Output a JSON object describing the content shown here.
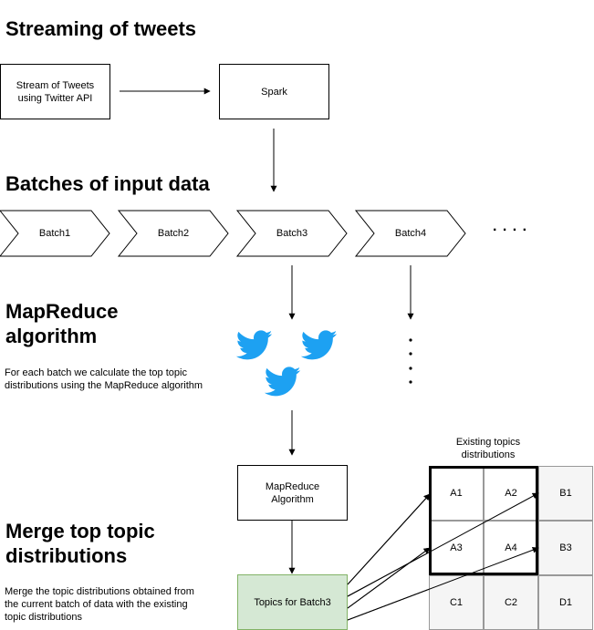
{
  "headings": {
    "streaming": "Streaming of tweets",
    "batches": "Batches of input data",
    "mapreduce": "MapReduce algorithm",
    "merge": "Merge top topic distributions"
  },
  "descriptions": {
    "mapreduce": "For each batch we calculate the top topic distributions using the MapReduce algorithm",
    "merge": "Merge the topic distributions obtained from the current batch of data with the existing topic distributions"
  },
  "nodes": {
    "stream": "Stream of Tweets using Twitter API",
    "spark": "Spark",
    "mapreduce_algo": "MapReduce Algorithm",
    "topics_batch3": "Topics for Batch3"
  },
  "batches": [
    "Batch1",
    "Batch2",
    "Batch3",
    "Batch4"
  ],
  "batch_ellipsis": ". . . .",
  "existing_label": "Existing topics distributions",
  "grid": [
    [
      "A1",
      "A2",
      "B1"
    ],
    [
      "A3",
      "A4",
      "B3"
    ],
    [
      "C1",
      "C2",
      "D1"
    ]
  ],
  "icons": [
    "twitter-bird-icon",
    "twitter-bird-icon",
    "twitter-bird-icon"
  ],
  "colors": {
    "twitter_blue": "#1da1f2",
    "topics_fill": "#d5e8d4",
    "topics_border": "#82b366",
    "grid_fill": "#f5f5f5"
  }
}
